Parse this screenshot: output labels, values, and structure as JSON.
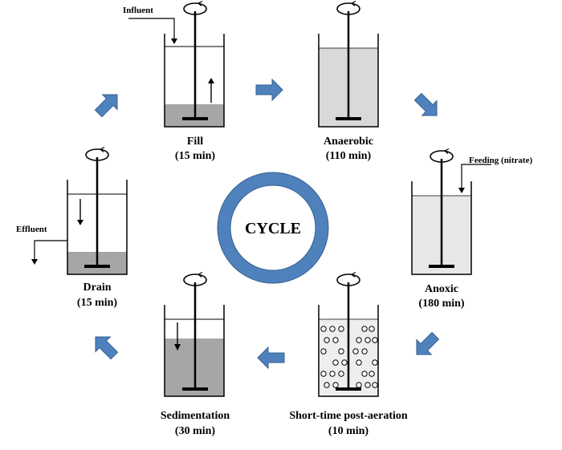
{
  "center": {
    "label": "CYCLE"
  },
  "stages": {
    "fill": {
      "name": "Fill",
      "duration": "(15 min)",
      "annotation": "Influent"
    },
    "anaerobic": {
      "name": "Anaerobic",
      "duration": "(110 min)"
    },
    "anoxic": {
      "name": "Anoxic",
      "duration": "(180 min)",
      "annotation": "Feeding (nitrate)"
    },
    "aeration": {
      "name": "Short-time post-aeration",
      "duration": "(10 min)"
    },
    "sedimentation": {
      "name": "Sedimentation",
      "duration": "(30 min)"
    },
    "drain": {
      "name": "Drain",
      "duration": "(15 min)",
      "annotation": "Effluent"
    }
  },
  "colors": {
    "arrow": "#4f81bd",
    "ring": "#4f81bd",
    "sludge": "#a6a6a6",
    "mixed_liquor": "#d9d9d9",
    "liquid_light": "#e7e7e7",
    "aeration_fill": "#eeeeee"
  }
}
